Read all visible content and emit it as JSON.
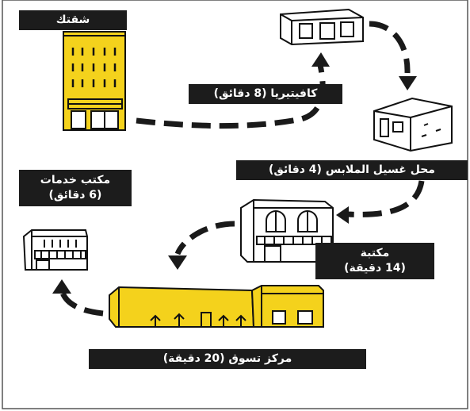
{
  "colors": {
    "highlight": "#f4d21c",
    "label_bg": "#1c1c1c",
    "label_text": "#ffffff",
    "outline": "#111111",
    "path": "#1a1a1a"
  },
  "locations": {
    "apartment": {
      "label": "شقتك"
    },
    "cafeteria": {
      "label": "كافيتيريا (8 دقائق)"
    },
    "laundromat": {
      "label": "محل غسيل الملابس (4 دقائق)"
    },
    "library": {
      "line1": "مكتبة",
      "line2": "(14 دقيقة)"
    },
    "service_office": {
      "line1": "مكتب خدمات",
      "line2": "(6 دقائق)"
    },
    "shopping_center": {
      "label": "مركز تسوق (20 دقيقة)"
    }
  }
}
